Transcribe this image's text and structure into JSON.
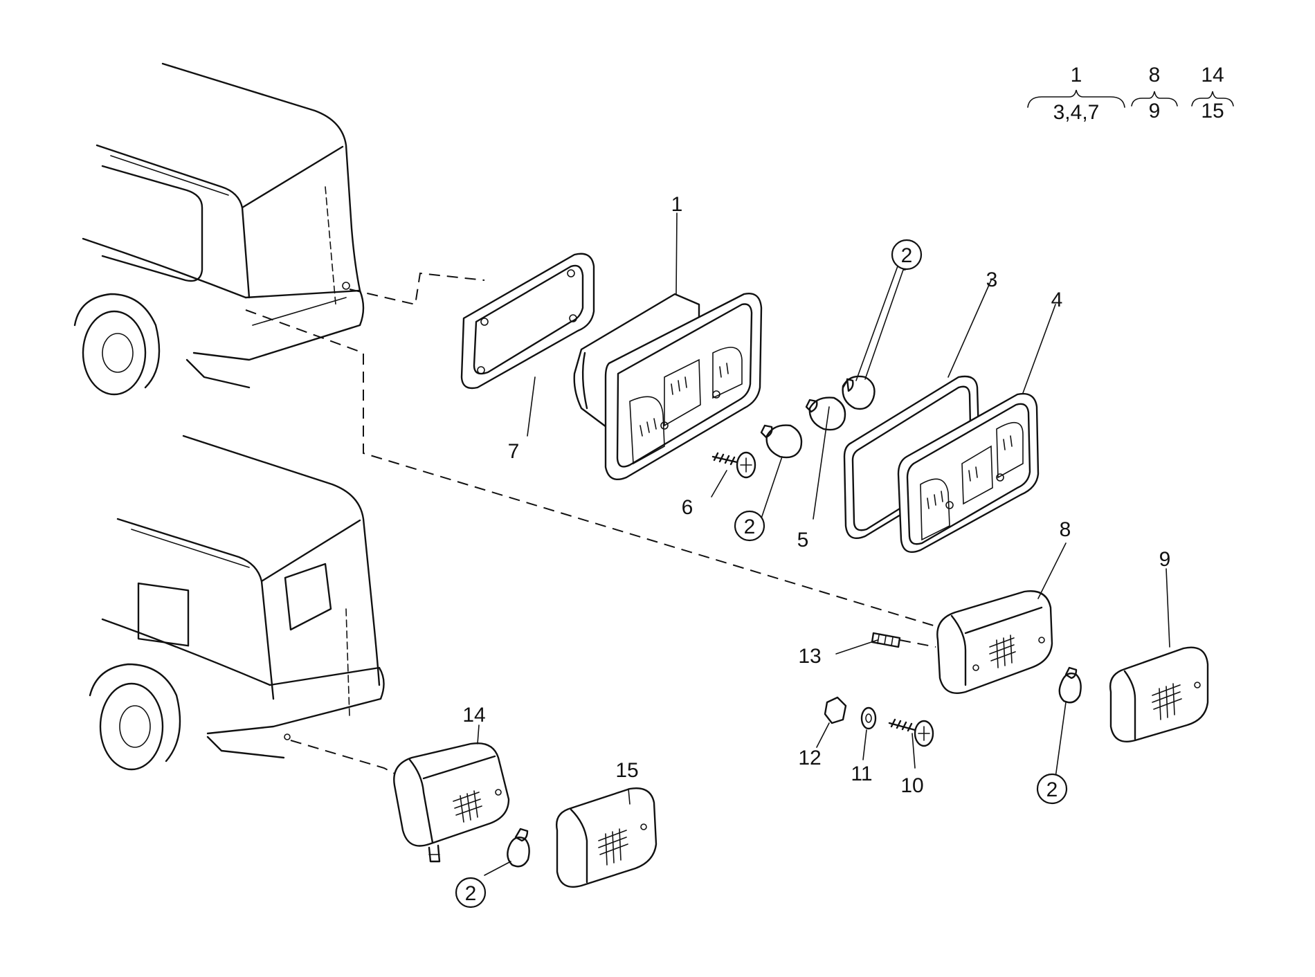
{
  "legend": [
    {
      "top": "1",
      "bottom": "3,4,7"
    },
    {
      "top": "8",
      "bottom": "9"
    },
    {
      "top": "14",
      "bottom": "15"
    }
  ],
  "callouts": {
    "p1": "1",
    "p2": "2",
    "p3": "3",
    "p4": "4",
    "p5": "5",
    "p6": "6",
    "p7": "7",
    "p8": "8",
    "p9": "9",
    "p10": "10",
    "p11": "11",
    "p12": "12",
    "p13": "13",
    "p14": "14",
    "p15": "15"
  }
}
